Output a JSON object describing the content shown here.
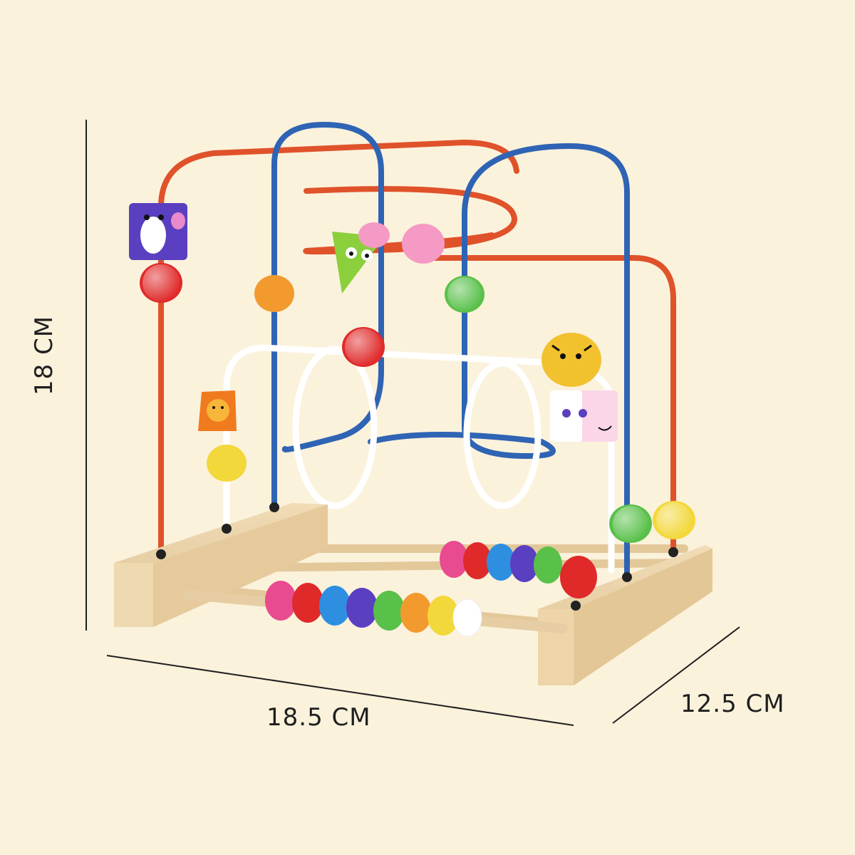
{
  "dimensions": {
    "height": "18 CM",
    "width": "18.5 CM",
    "depth": "12.5 CM"
  },
  "colors": {
    "background": "#fbf2dc",
    "wood": "#e7cfa5",
    "wire_orange": "#e0522a",
    "wire_blue": "#2f64b4",
    "wire_white": "#ffffff",
    "dimension_line": "#1f1f1f"
  },
  "toy": {
    "name": "",
    "bead_colors": [
      "#e84b8f",
      "#e02a2a",
      "#2e8fe0",
      "#5a3fc0",
      "#59c04a",
      "#f39a2e",
      "#f2d83a",
      "#ffffff"
    ]
  }
}
